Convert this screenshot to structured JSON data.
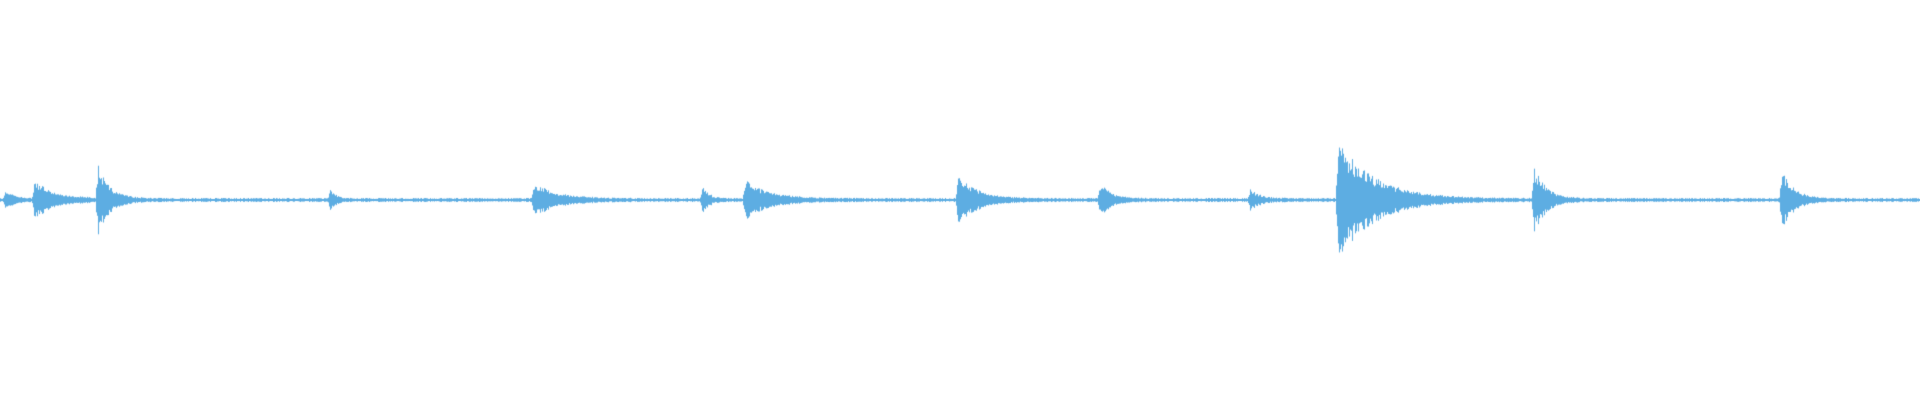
{
  "waveform": {
    "color": "#5dade2",
    "background": "#ffffff",
    "baseline_amplitude": 0.004,
    "noise_amplitude": 0.012,
    "transients": [
      {
        "position": 0.003,
        "amplitude": 0.05,
        "decay": 0.004
      },
      {
        "position": 0.018,
        "amplitude": 0.09,
        "decay": 0.01
      },
      {
        "position": 0.051,
        "amplitude": 0.17,
        "decay": 0.006
      },
      {
        "position": 0.172,
        "amplitude": 0.05,
        "decay": 0.003
      },
      {
        "position": 0.278,
        "amplitude": 0.08,
        "decay": 0.012
      },
      {
        "position": 0.366,
        "amplitude": 0.07,
        "decay": 0.003
      },
      {
        "position": 0.388,
        "amplitude": 0.1,
        "decay": 0.012
      },
      {
        "position": 0.499,
        "amplitude": 0.12,
        "decay": 0.01
      },
      {
        "position": 0.573,
        "amplitude": 0.08,
        "decay": 0.006
      },
      {
        "position": 0.651,
        "amplitude": 0.05,
        "decay": 0.005
      },
      {
        "position": 0.697,
        "amplitude": 0.31,
        "decay": 0.018
      },
      {
        "position": 0.799,
        "amplitude": 0.16,
        "decay": 0.006
      },
      {
        "position": 0.928,
        "amplitude": 0.16,
        "decay": 0.006
      }
    ]
  }
}
